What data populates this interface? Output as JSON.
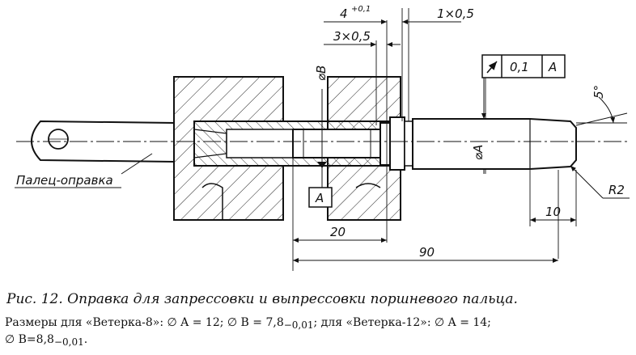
{
  "labels": {
    "part_label": "Палец-оправка",
    "dim_4": "4",
    "dim_4_tol": "+0,1",
    "dim_1x05": "1×0,5",
    "dim_3x05": "3×0,5",
    "dim_diam_b": "⌀B",
    "dim_diam_a": "⌀A",
    "tol_value": "0,1",
    "tol_datum": "A",
    "datum_a": "A",
    "angle": "5°",
    "dim_20": "20",
    "dim_10": "10",
    "dim_90": "90",
    "radius": "R2"
  },
  "caption": "Рис. 12. Оправка для запрессовки и выпрессовки поршневого пальца.",
  "note": {
    "line1_a": "Размеры для «Ветерка-8»: ∅ A = 12; ∅ B = 7,8",
    "line1_a_sub": "−0,01",
    "line1_b": "; для «Ветерка-12»: ∅ A = 14;",
    "line2_a": "∅ B=8,8",
    "line2_a_sub": "−0,01",
    "line2_b": "."
  }
}
